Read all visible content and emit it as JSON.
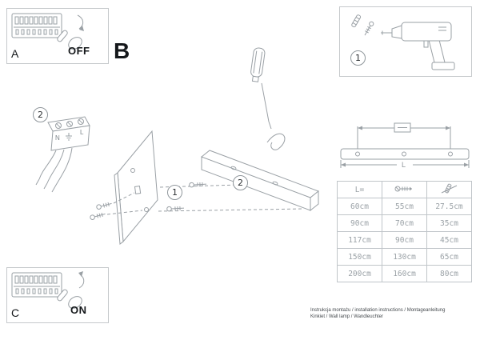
{
  "colors": {
    "line": "#9aa0a5",
    "text": "#15181b",
    "table_text": "#9aa1a6",
    "border": "#c6c9cc"
  },
  "sections": {
    "breaker_off": {
      "label": "A",
      "state": "OFF"
    },
    "main": {
      "label": "B"
    },
    "breaker_on": {
      "label": "C",
      "state": "ON"
    }
  },
  "steps": {
    "one": "1",
    "two": "2"
  },
  "wiring": {
    "terminal_n": "N",
    "terminal_l": "L",
    "terminal_earth_icon": "earth-symbol"
  },
  "dimension": {
    "length_label": "L"
  },
  "table": {
    "header": {
      "length": "L=",
      "col2_icon": "screw",
      "col3_icon": "wall-anchor"
    },
    "rows": [
      {
        "length": "60cm",
        "spacing": "55cm",
        "offset": "27.5cm"
      },
      {
        "length": "90cm",
        "spacing": "70cm",
        "offset": "35cm"
      },
      {
        "length": "117cm",
        "spacing": "90cm",
        "offset": "45cm"
      },
      {
        "length": "150cm",
        "spacing": "130cm",
        "offset": "65cm"
      },
      {
        "length": "200cm",
        "spacing": "160cm",
        "offset": "80cm"
      }
    ]
  },
  "footer": {
    "line1": "Instrukcja montażu / installation instructions / Montageanleitung",
    "line2": "Kinkiet / Wall lamp / Wandleuchter"
  }
}
